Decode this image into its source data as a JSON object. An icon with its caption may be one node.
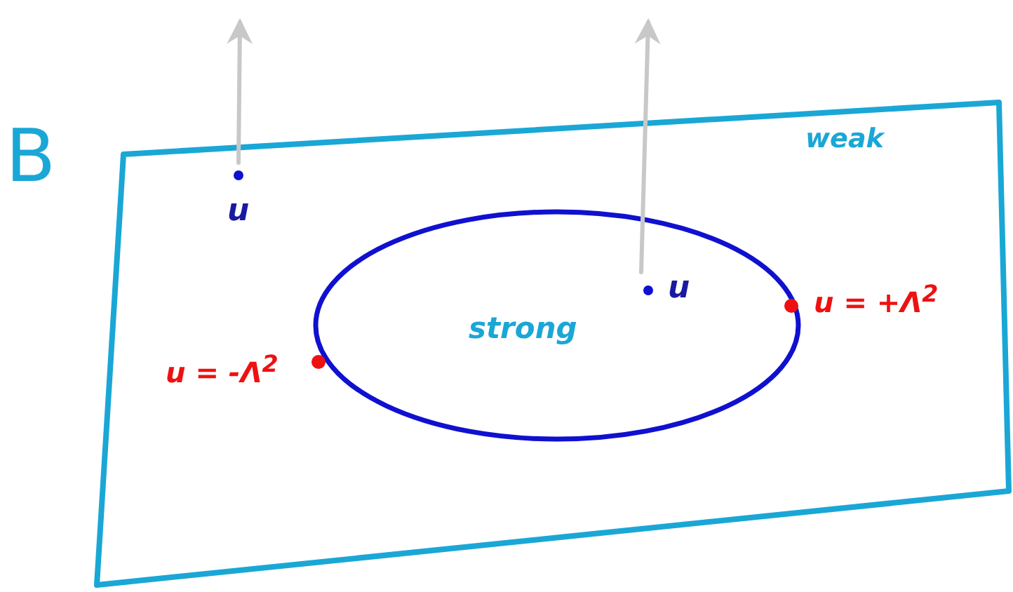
{
  "diagram": {
    "nodes": [
      {
        "text": [
          "B",
          "weak"
        ]
      },
      {
        "text": [
          "strong"
        ],
        "in": 0
      },
      {
        "text": [
          "u"
        ],
        "in": 0
      },
      {
        "text": [
          "u"
        ],
        "in": 1
      }
    ],
    "edges": [
      {
        "from": 2,
        "to": null,
        "arrow": "to"
      },
      {
        "from": 3,
        "to": null,
        "arrow": "to"
      }
    ],
    "labels": [
      "u = -Λ$^{2}$",
      "u = +Λ$^{2}$"
    ]
  }
}
